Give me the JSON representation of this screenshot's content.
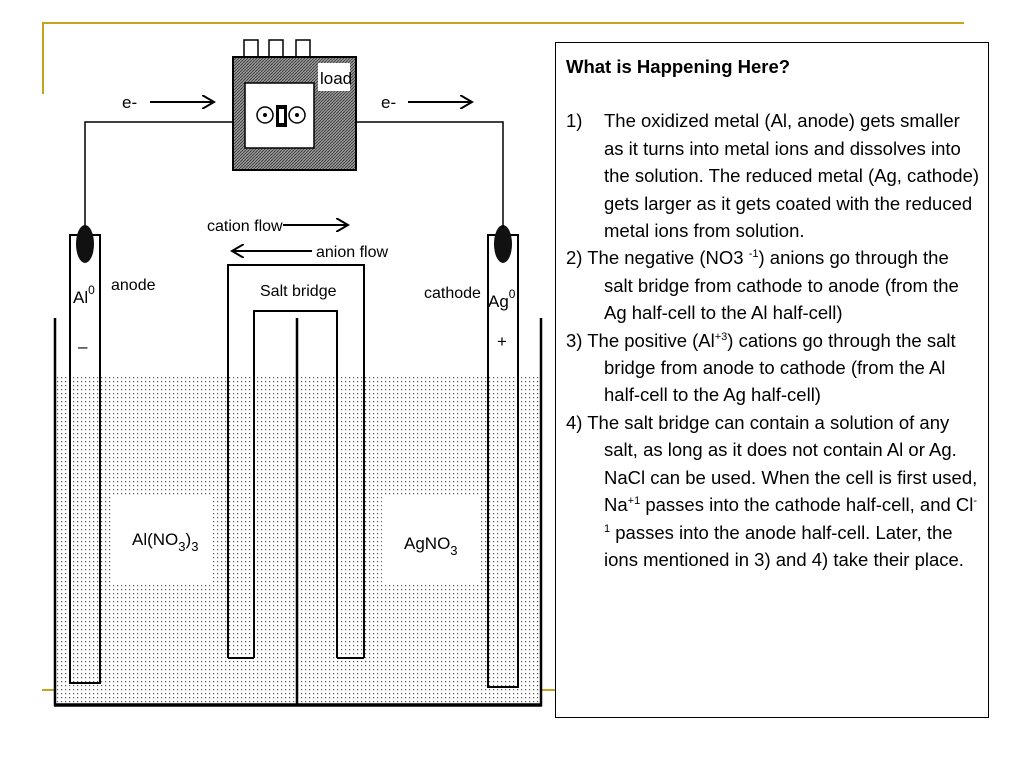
{
  "slide": {
    "accent_color": "#c8a21e"
  },
  "diagram": {
    "load_label": "load",
    "electron_left": "e-",
    "electron_right": "e-",
    "cation_flow": "cation flow",
    "anion_flow": "anion flow",
    "salt_bridge": "Salt bridge",
    "anode_label": "anode",
    "cathode_label": "cathode",
    "anode_metal": "Al",
    "anode_metal_sup": "0",
    "cathode_metal": "Ag",
    "cathode_metal_sup": "0",
    "anode_sign": "–",
    "cathode_sign": "+",
    "left_solution_main": "Al(NO",
    "left_solution_sub1": "3",
    "left_solution_paren": ")",
    "left_solution_sub2": "3",
    "right_solution_main": "AgNO",
    "right_solution_sub": "3"
  },
  "textbox": {
    "heading": "What is Happening Here?",
    "item1_num": "1)",
    "item1_text": "The oxidized metal (Al, anode) gets smaller as it turns into metal ions and dissolves into the solution. The reduced metal (Ag, cathode) gets larger as it gets coated with the reduced metal ions from solution.",
    "item2_a": "2) The negative (NO3 ",
    "item2_sup": "-1",
    "item2_b": ") anions go through the salt bridge from cathode to anode (from the Ag half-cell to the Al half-cell)",
    "item3_a": "3) The positive (Al",
    "item3_sup": "+3",
    "item3_b": ") cations go through the salt bridge from anode to cathode (from the Al half-cell to the Ag half-cell)",
    "item4_a": "4) The salt bridge can contain a solution of any salt, as long as it does not contain Al or Ag.  NaCl can be used. When the cell is first used, Na",
    "item4_sup1": "+1",
    "item4_b": " passes into the cathode half-cell, and Cl",
    "item4_sup2": "-1",
    "item4_c": " passes into the anode half-cell. Later, the ions mentioned in 3) and 4) take their place."
  }
}
